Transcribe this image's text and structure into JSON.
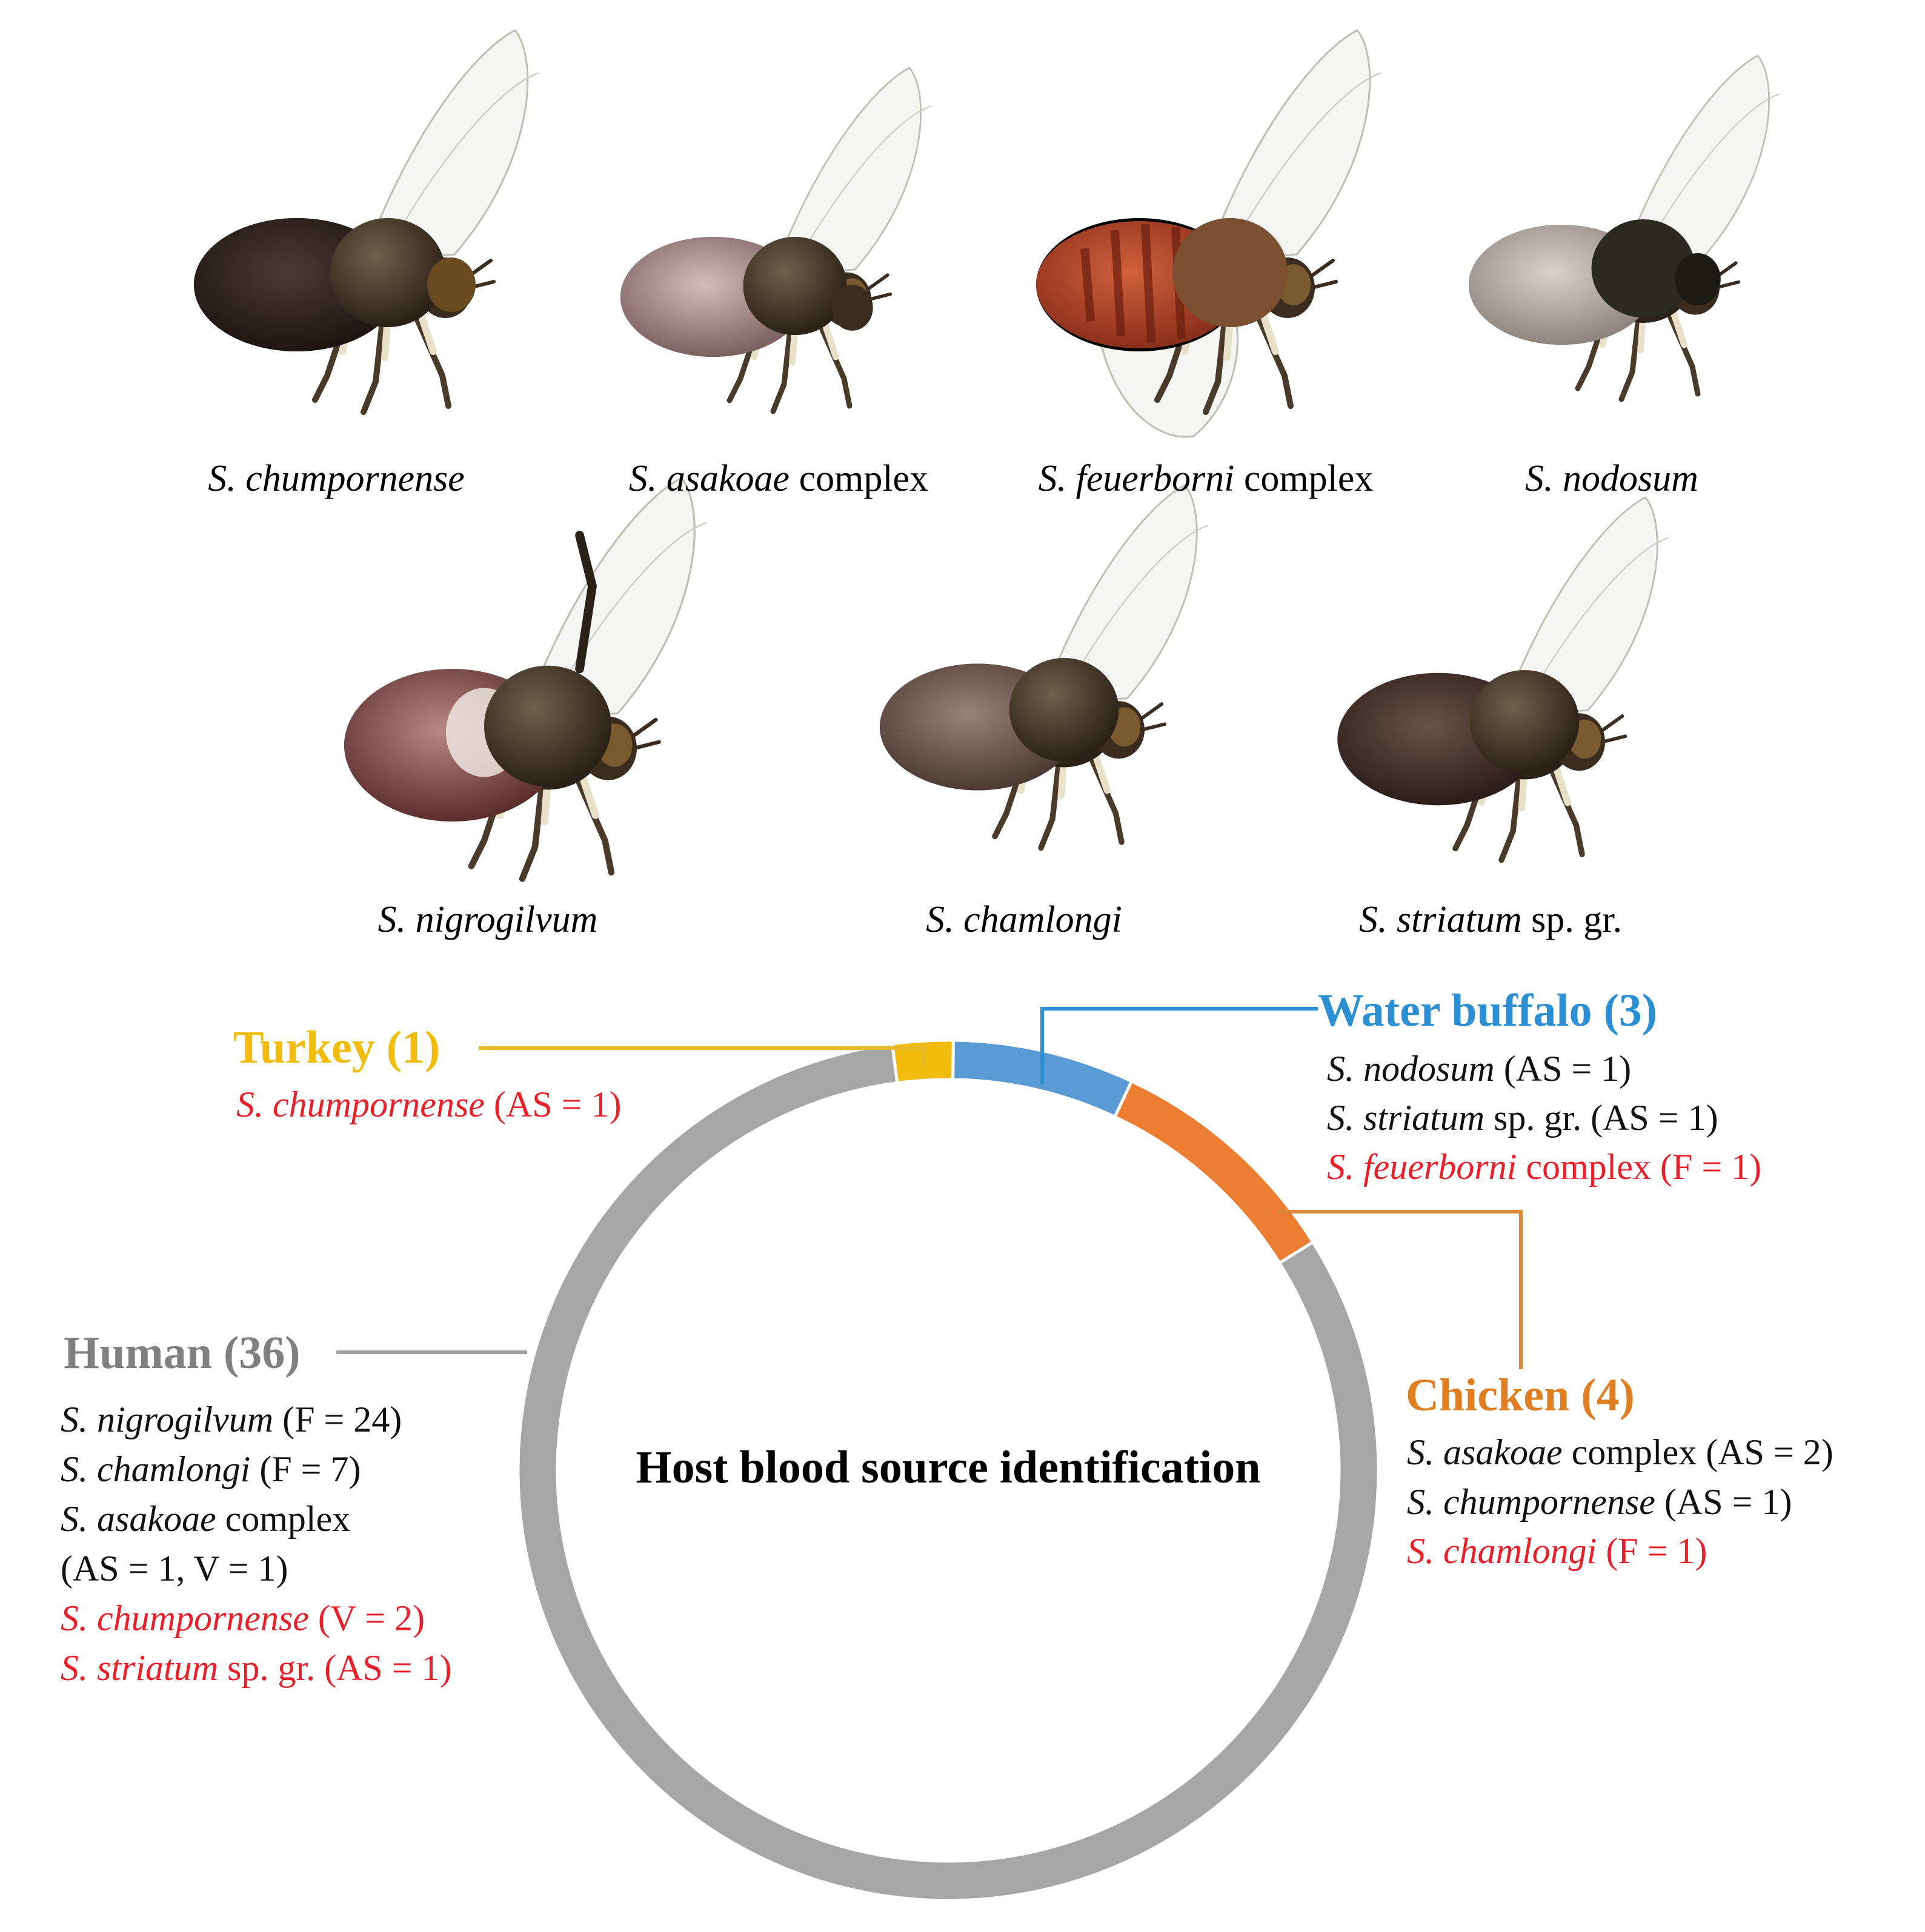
{
  "species": [
    {
      "italic": "S. chumpornense",
      "rest": ""
    },
    {
      "italic": "S. asakoae",
      "rest": " complex"
    },
    {
      "italic": "S. feuerborni",
      "rest": " complex"
    },
    {
      "italic": "S. nodosum",
      "rest": ""
    },
    {
      "italic": "S. nigrogilvum",
      "rest": ""
    },
    {
      "italic": "S. chamlongi",
      "rest": ""
    },
    {
      "italic": "S. striatum",
      "rest": " sp. gr."
    }
  ],
  "center_title": "Host blood source identification",
  "colors": {
    "turkey": "#f2bc0e",
    "water_buffalo": "#5b9bd5",
    "chicken": "#ed7d31",
    "human": "#a6a6a6",
    "highlight": "#e8202a",
    "text": "#111111",
    "leader_turkey": "#e8b92b",
    "leader_buffalo": "#2c8fd4",
    "leader_chicken": "#dd8a38",
    "leader_human": "#a0a0a0",
    "head_buffalo": "#2c8fd4",
    "head_chicken": "#e07e22",
    "head_human": "#808080"
  },
  "hosts": {
    "turkey": {
      "label": "Turkey (1)",
      "count": 1,
      "lines": [
        {
          "italic": "S. chumpornense",
          "rest": " (AS = 1)",
          "red": true
        }
      ]
    },
    "water_buffalo": {
      "label": "Water buffalo (3)",
      "count": 3,
      "lines": [
        {
          "italic": "S. nodosum",
          "rest": " (AS = 1)",
          "red": false
        },
        {
          "italic": "S. striatum",
          "rest": " sp. gr. (AS = 1)",
          "red": false
        },
        {
          "italic": "S. feuerborni",
          "rest": " complex (F = 1)",
          "red": true
        }
      ]
    },
    "chicken": {
      "label": "Chicken (4)",
      "count": 4,
      "lines": [
        {
          "italic": "S. asakoae",
          "rest": " complex (AS = 2)",
          "red": false
        },
        {
          "italic": "S. chumpornense",
          "rest": " (AS = 1)",
          "red": false
        },
        {
          "italic": "S. chamlongi",
          "rest": " (F = 1)",
          "red": true
        }
      ]
    },
    "human": {
      "label": "Human (36)",
      "count": 36,
      "lines": [
        {
          "italic": "S. nigrogilvum",
          "rest": " (F = 24)",
          "red": false
        },
        {
          "italic": "S. chamlongi",
          "rest": " (F = 7)",
          "red": false
        },
        {
          "italic": "S. asakoae",
          "rest": " complex",
          "red": false
        },
        {
          "italic": "",
          "rest": "(AS = 1, V = 1)",
          "red": false
        },
        {
          "italic": "S. chumpornense",
          "rest": " (V = 2)",
          "red": true
        },
        {
          "italic": "S. striatum",
          "rest": " sp. gr. (AS = 1)",
          "red": true
        }
      ]
    }
  },
  "chart_data": {
    "type": "donut",
    "categories": [
      "Turkey",
      "Water buffalo",
      "Chicken",
      "Human"
    ],
    "values": [
      1,
      3,
      4,
      36
    ]
  }
}
